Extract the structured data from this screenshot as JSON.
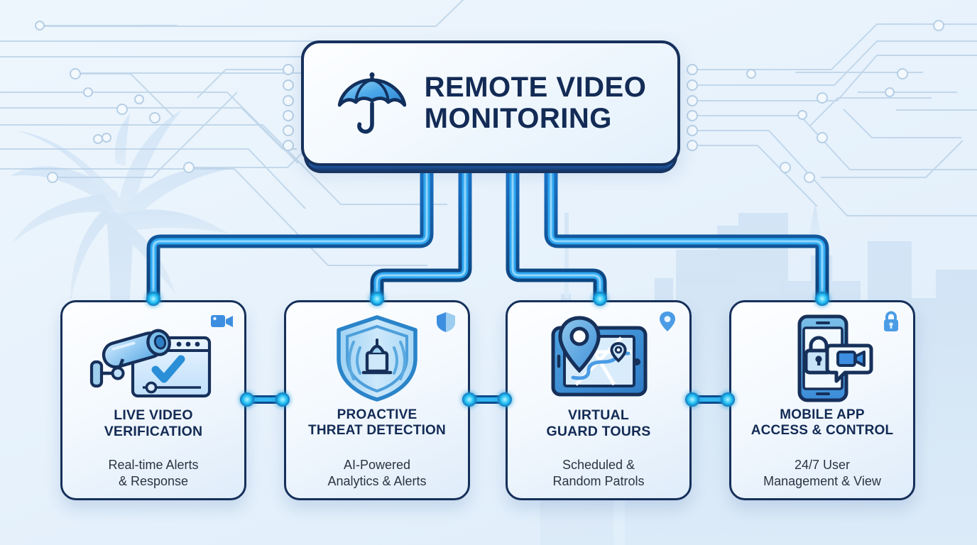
{
  "header": {
    "title": "REMOTE VIDEO\nMONITORING",
    "icon": "umbrella-icon"
  },
  "theme": {
    "navy": "#132b55",
    "border_navy": "#16305a",
    "pipe_outer": "#0f4a86",
    "pipe_core": "#29b6f6",
    "accent_blue": "#2b7fd4",
    "node_cyan": "#22d3ff",
    "background": "#e9f3fc",
    "subtitle_text": "#2a3342"
  },
  "background": {
    "decorations": [
      "circuit-traces-left",
      "circuit-traces-right",
      "palm-tree-silhouette",
      "city-skyline-silhouette"
    ]
  },
  "cards": [
    {
      "id": "live-video-verification",
      "title": "LIVE VIDEO\nVERIFICATION",
      "subtitle": "Real-time Alerts\n& Response",
      "icon": "cctv-camera-icon",
      "badge_icon": "video-camera-icon"
    },
    {
      "id": "proactive-threat-detection",
      "title": "PROACTIVE\nTHREAT DETECTION",
      "subtitle": "AI-Powered\nAnalytics & Alerts",
      "icon": "shield-siren-icon",
      "badge_icon": "shield-icon"
    },
    {
      "id": "virtual-guard-tours",
      "title": "VIRTUAL\nGUARD TOURS",
      "subtitle": "Scheduled &\nRandom Patrols",
      "icon": "map-route-pin-icon",
      "badge_icon": "map-pin-icon"
    },
    {
      "id": "mobile-app-access-control",
      "title": "MOBILE APP\nACCESS & CONTROL",
      "subtitle": "24/7 User\nManagement & View",
      "icon": "phone-lock-video-icon",
      "badge_icon": "lock-icon"
    }
  ],
  "connectors": {
    "count": 4,
    "node_label": "connector-node",
    "inter_card_links": 3
  }
}
